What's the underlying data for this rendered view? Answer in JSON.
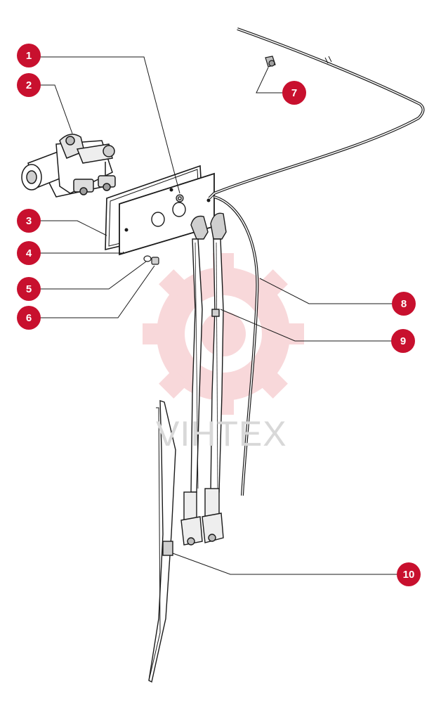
{
  "watermark": {
    "text": "VIHTEX",
    "gear_color": "#f3b9bd"
  },
  "colors": {
    "callout": "#c8102e",
    "callout_text": "#ffffff",
    "line": "#1a1a1a"
  },
  "callouts": [
    {
      "id": 1,
      "label": "1"
    },
    {
      "id": 2,
      "label": "2"
    },
    {
      "id": 3,
      "label": "3"
    },
    {
      "id": 4,
      "label": "4"
    },
    {
      "id": 5,
      "label": "5"
    },
    {
      "id": 6,
      "label": "6"
    },
    {
      "id": 7,
      "label": "7"
    },
    {
      "id": 8,
      "label": "8"
    },
    {
      "id": 9,
      "label": "9"
    },
    {
      "id": 10,
      "label": "10"
    }
  ]
}
